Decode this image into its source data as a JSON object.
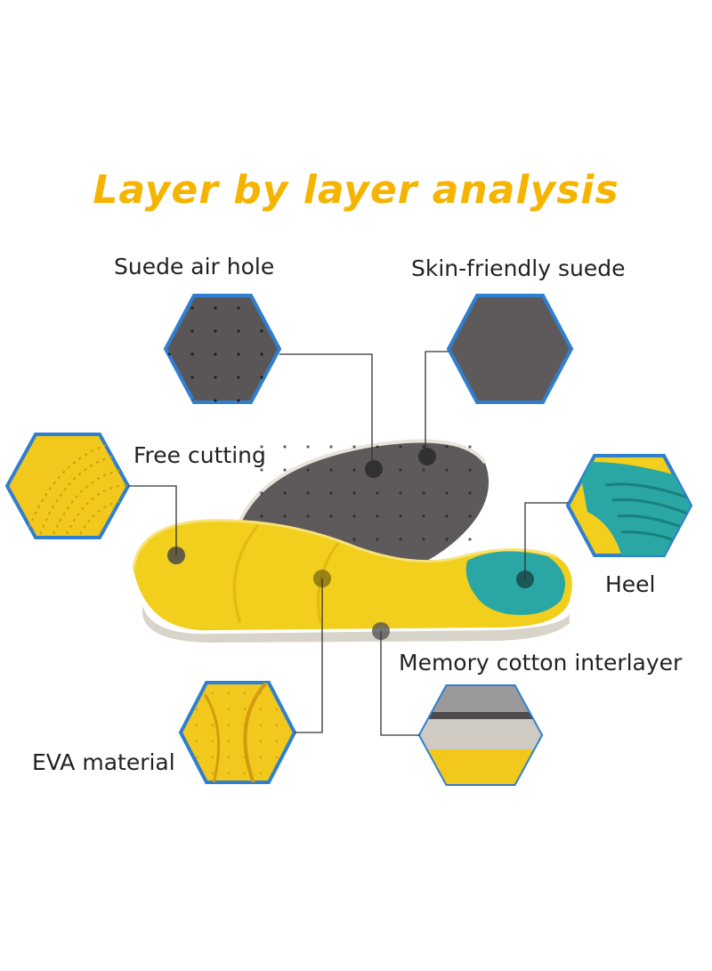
{
  "title": "Layer by layer analysis",
  "labels": {
    "suede_air_hole": "Suede air hole",
    "skin_friendly_suede": "Skin-friendly suede",
    "free_cutting": "Free cutting",
    "heel": "Heel",
    "memory_cotton": "Memory cotton interlayer",
    "eva_material": "EVA material"
  },
  "colors": {
    "title": "#f5b400",
    "insole_yellow": "#f2cf1c",
    "suede_gray": "#5e5a5c",
    "heel_teal": "#2aa6a4",
    "hex_border": "#2f7fd0",
    "leader_line": "#333333"
  }
}
